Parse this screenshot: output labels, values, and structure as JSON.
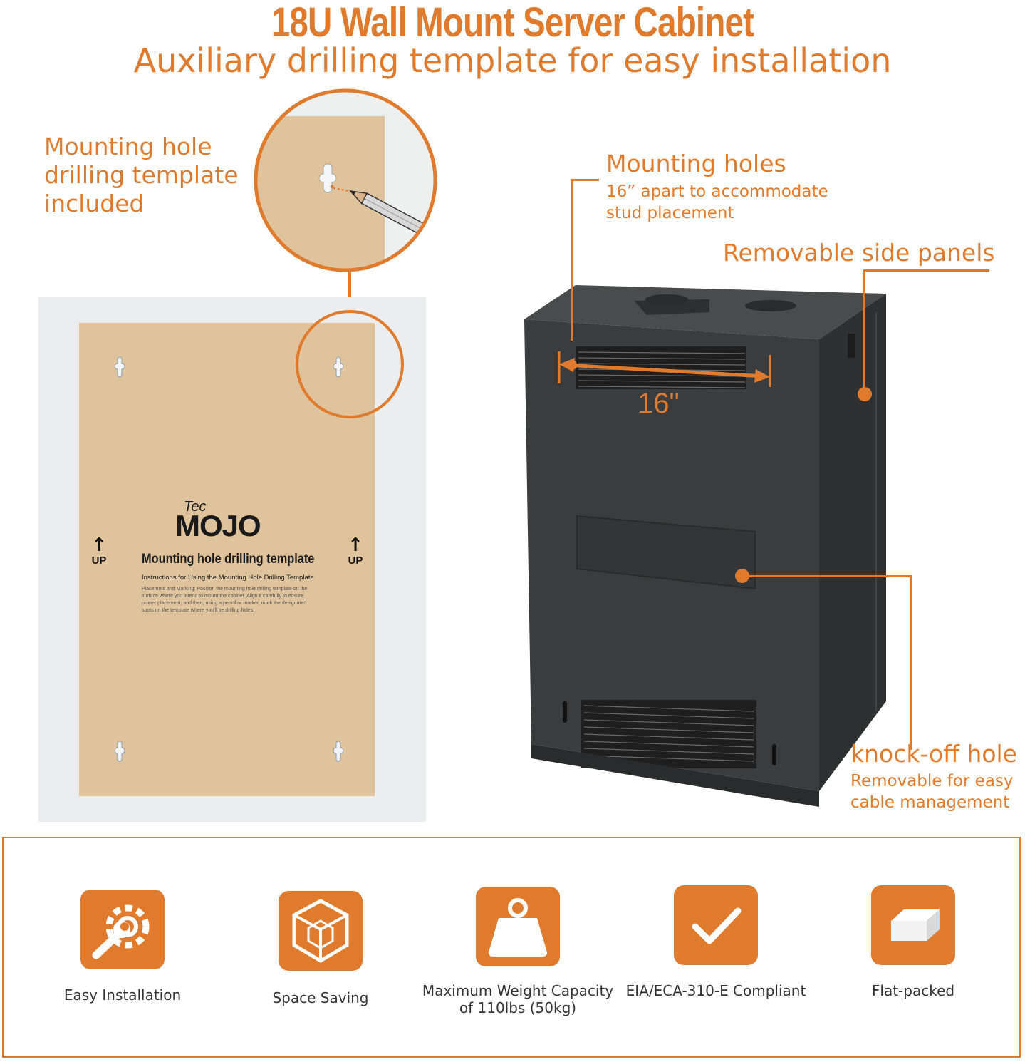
{
  "header": {
    "title": "18U Wall Mount Server Cabinet",
    "subtitle": "Auxiliary drilling template for easy installation"
  },
  "callouts": {
    "template_included": [
      "Mounting hole",
      "drilling template",
      "included"
    ],
    "mounting_holes_title": "Mounting holes",
    "mounting_holes_desc": [
      "16” apart to accommodate",
      "stud placement"
    ],
    "side_panels": "Removable side panels",
    "knockoff_title": "knock-off hole",
    "knockoff_desc": [
      "Removable for easy",
      "cable management"
    ],
    "spacing": "16\""
  },
  "template": {
    "logo_small": "Tec",
    "logo_big": "MOJO",
    "up_left": "UP",
    "up_right": "UP",
    "heading": "Mounting hole drilling template",
    "subheading": "Instructions for Using the Mounting Hole Drilling Template",
    "body": "Placement and Marking: Position the mounting hole drilling template on the surface where you intend to mount the cabinet. Align it carefully to ensure proper placement, and then, using a pencil or marker, mark the designated spots on the template where you'll be drilling holes."
  },
  "features": [
    {
      "icon": "wrench-gear-icon",
      "label": "Easy Installation"
    },
    {
      "icon": "cube-icon",
      "label": "Space Saving"
    },
    {
      "icon": "weight-icon",
      "label": "Maximum Weight Capacity of 110lbs (50kg)"
    },
    {
      "icon": "checkmark-icon",
      "label": "EIA/ECA-310-E Compliant"
    },
    {
      "icon": "flat-box-icon",
      "label": "Flat-packed"
    }
  ],
  "colors": {
    "accent": "#e07a2c",
    "cabinet": "#3b3c3d",
    "kraft": "#dfc39c"
  }
}
